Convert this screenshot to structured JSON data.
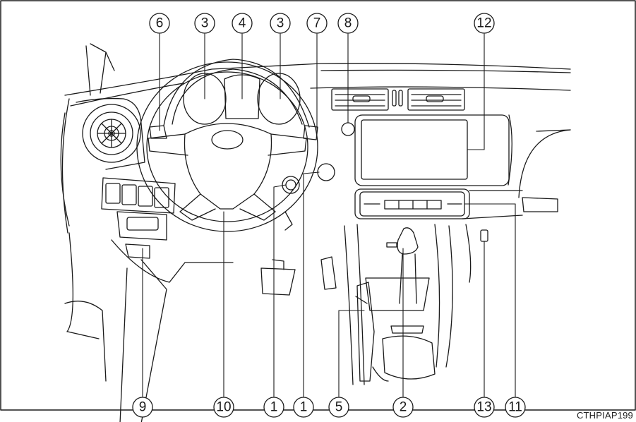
{
  "callouts": {
    "n1a": "1",
    "n1b": "1",
    "n2": "2",
    "n3a": "3",
    "n3b": "3",
    "n4": "4",
    "n5": "5",
    "n6": "6",
    "n7": "7",
    "n8": "8",
    "n9": "9",
    "n10": "10",
    "n11": "11",
    "n12": "12",
    "n13": "13"
  },
  "figure_code": "CTHPIAP199",
  "colors": {
    "line": "#1a1a1a",
    "background": "#ffffff"
  }
}
